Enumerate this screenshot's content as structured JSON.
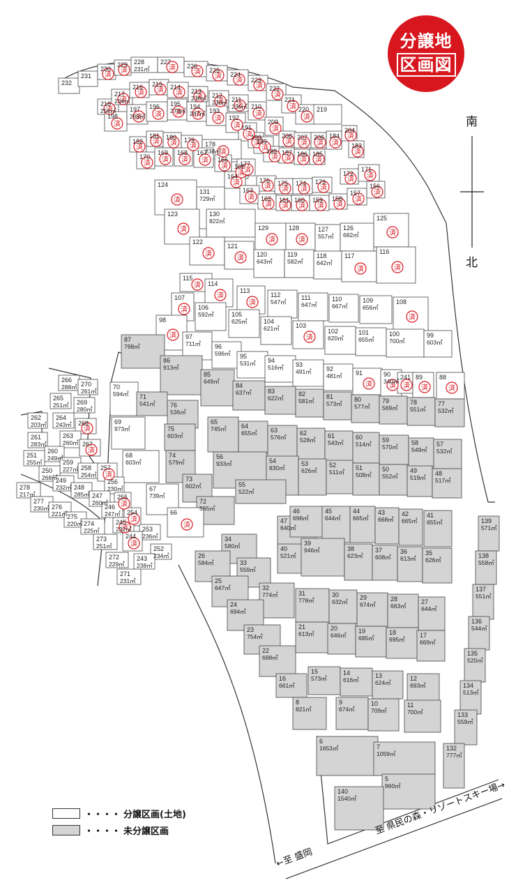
{
  "badge": {
    "line1": "分譲地",
    "line2": "区画図"
  },
  "compass": {
    "top_label": "南",
    "bottom_label": "北"
  },
  "legend": {
    "dots": "・・・・",
    "available_label": "分譲区画(土地)",
    "unavailable_label": "未分譲区画"
  },
  "directions": {
    "ski": "至 県民の森・リゾートスキー場→",
    "morioka": "←至 盛岡"
  },
  "sold_mark": "済",
  "colors": {
    "unavailable": "#d4d4d4",
    "available": "#ffffff",
    "sold_stamp": "#d7161e",
    "badge": "#d7161e"
  },
  "lots": [
    {
      "no": "232",
      "area": ""
    },
    {
      "no": "231",
      "area": ""
    },
    {
      "no": "230",
      "area": ""
    },
    {
      "no": "229",
      "area": ""
    },
    {
      "no": "228",
      "area": "231㎡"
    },
    {
      "no": "227",
      "area": ""
    },
    {
      "no": "226",
      "area": ""
    },
    {
      "no": "225",
      "area": ""
    },
    {
      "no": "224",
      "area": ""
    },
    {
      "no": "223",
      "area": ""
    },
    {
      "no": "222",
      "area": ""
    },
    {
      "no": "221",
      "area": ""
    },
    {
      "no": "220",
      "area": ""
    },
    {
      "no": "219",
      "area": ""
    },
    {
      "no": "218",
      "area": "256㎡"
    },
    {
      "no": "217",
      "area": "234㎡"
    },
    {
      "no": "216",
      "area": ""
    },
    {
      "no": "215",
      "area": ""
    },
    {
      "no": "214",
      "area": ""
    },
    {
      "no": "213",
      "area": "238㎡"
    },
    {
      "no": "212",
      "area": "230㎡"
    },
    {
      "no": "211",
      "area": "235㎡"
    },
    {
      "no": "210",
      "area": ""
    },
    {
      "no": "209",
      "area": ""
    },
    {
      "no": "198",
      "area": ""
    },
    {
      "no": "197",
      "area": "269㎡"
    },
    {
      "no": "196",
      "area": ""
    },
    {
      "no": "195",
      "area": "278㎡"
    },
    {
      "no": "194",
      "area": "287㎡"
    },
    {
      "no": "193",
      "area": ""
    },
    {
      "no": "192",
      "area": ""
    },
    {
      "no": "191",
      "area": ""
    },
    {
      "no": "190",
      "area": ""
    },
    {
      "no": "189",
      "area": ""
    },
    {
      "no": "188",
      "area": ""
    },
    {
      "no": "187",
      "area": ""
    },
    {
      "no": "186",
      "area": ""
    },
    {
      "no": "185",
      "area": ""
    },
    {
      "no": "208",
      "area": ""
    },
    {
      "no": "207",
      "area": ""
    },
    {
      "no": "206",
      "area": ""
    },
    {
      "no": "184",
      "area": ""
    },
    {
      "no": "204",
      "area": ""
    },
    {
      "no": "183",
      "area": ""
    },
    {
      "no": "182",
      "area": ""
    },
    {
      "no": "181",
      "area": ""
    },
    {
      "no": "180",
      "area": ""
    },
    {
      "no": "179",
      "area": ""
    },
    {
      "no": "178",
      "area": "238㎡"
    },
    {
      "no": "170",
      "area": ""
    },
    {
      "no": "169",
      "area": ""
    },
    {
      "no": "168",
      "area": ""
    },
    {
      "no": "167",
      "area": ""
    },
    {
      "no": "166",
      "area": ""
    },
    {
      "no": "165",
      "area": ""
    },
    {
      "no": "177",
      "area": ""
    },
    {
      "no": "164",
      "area": ""
    },
    {
      "no": "176",
      "area": ""
    },
    {
      "no": "175",
      "area": ""
    },
    {
      "no": "174",
      "area": ""
    },
    {
      "no": "173",
      "area": ""
    },
    {
      "no": "172",
      "area": ""
    },
    {
      "no": "171",
      "area": ""
    },
    {
      "no": "163",
      "area": ""
    },
    {
      "no": "162",
      "area": ""
    },
    {
      "no": "161",
      "area": ""
    },
    {
      "no": "160",
      "area": ""
    },
    {
      "no": "159",
      "area": ""
    },
    {
      "no": "158",
      "area": ""
    },
    {
      "no": "157",
      "area": ""
    },
    {
      "no": "156",
      "area": ""
    },
    {
      "no": "124",
      "area": ""
    },
    {
      "no": "131",
      "area": "729㎡"
    },
    {
      "no": "123",
      "area": ""
    },
    {
      "no": "130",
      "area": "822㎡"
    },
    {
      "no": "129",
      "area": ""
    },
    {
      "no": "128",
      "area": ""
    },
    {
      "no": "127",
      "area": "557㎡"
    },
    {
      "no": "126",
      "area": "682㎡"
    },
    {
      "no": "125",
      "area": ""
    },
    {
      "no": "122",
      "area": ""
    },
    {
      "no": "121",
      "area": ""
    },
    {
      "no": "120",
      "area": "643㎡"
    },
    {
      "no": "119",
      "area": "582㎡"
    },
    {
      "no": "118",
      "area": "642㎡"
    },
    {
      "no": "117",
      "area": ""
    },
    {
      "no": "116",
      "area": ""
    },
    {
      "no": "115",
      "area": ""
    },
    {
      "no": "114",
      "area": ""
    },
    {
      "no": "113",
      "area": ""
    },
    {
      "no": "112",
      "area": "547㎡"
    },
    {
      "no": "111",
      "area": "647㎡"
    },
    {
      "no": "110",
      "area": "667㎡"
    },
    {
      "no": "109",
      "area": "656㎡"
    },
    {
      "no": "108",
      "area": ""
    },
    {
      "no": "107",
      "area": ""
    },
    {
      "no": "106",
      "area": "592㎡"
    },
    {
      "no": "105",
      "area": "625㎡"
    },
    {
      "no": "104",
      "area": "621㎡"
    },
    {
      "no": "103",
      "area": ""
    },
    {
      "no": "102",
      "area": "620㎡"
    },
    {
      "no": "101",
      "area": "655㎡"
    },
    {
      "no": "100",
      "area": "700㎡"
    },
    {
      "no": "99",
      "area": "603㎡"
    },
    {
      "no": "98",
      "area": ""
    },
    {
      "no": "97",
      "area": "711㎡"
    },
    {
      "no": "96",
      "area": "596㎡"
    },
    {
      "no": "95",
      "area": "531㎡"
    },
    {
      "no": "94",
      "area": "516㎡"
    },
    {
      "no": "93",
      "area": "491㎡"
    },
    {
      "no": "92",
      "area": "481㎡"
    },
    {
      "no": "91",
      "area": ""
    },
    {
      "no": "90",
      "area": "340㎡"
    },
    {
      "no": "241",
      "area": ""
    },
    {
      "no": "89",
      "area": ""
    },
    {
      "no": "88",
      "area": ""
    },
    {
      "no": "87",
      "area": "798㎡"
    },
    {
      "no": "86",
      "area": "913㎡"
    },
    {
      "no": "85",
      "area": "649㎡"
    },
    {
      "no": "84",
      "area": "637㎡"
    },
    {
      "no": "83",
      "area": "622㎡"
    },
    {
      "no": "82",
      "area": "581㎡"
    },
    {
      "no": "81",
      "area": "573㎡"
    },
    {
      "no": "80",
      "area": "577㎡"
    },
    {
      "no": "79",
      "area": "569㎡"
    },
    {
      "no": "78",
      "area": "551㎡"
    },
    {
      "no": "77",
      "area": "532㎡"
    },
    {
      "no": "70",
      "area": "594㎡"
    },
    {
      "no": "71",
      "area": "541㎡"
    },
    {
      "no": "76",
      "area": "536㎡"
    },
    {
      "no": "69",
      "area": "973㎡"
    },
    {
      "no": "75",
      "area": "603㎡"
    },
    {
      "no": "68",
      "area": "603㎡"
    },
    {
      "no": "74",
      "area": "579㎡"
    },
    {
      "no": "73",
      "area": "602㎡"
    },
    {
      "no": "67",
      "area": "739㎡"
    },
    {
      "no": "72",
      "area": "565㎡"
    },
    {
      "no": "66",
      "area": ""
    },
    {
      "no": "65",
      "area": "745㎡"
    },
    {
      "no": "64",
      "area": "655㎡"
    },
    {
      "no": "63",
      "area": "576㎡"
    },
    {
      "no": "62",
      "area": "528㎡"
    },
    {
      "no": "61",
      "area": "543㎡"
    },
    {
      "no": "60",
      "area": "514㎡"
    },
    {
      "no": "59",
      "area": "570㎡"
    },
    {
      "no": "58",
      "area": "549㎡"
    },
    {
      "no": "57",
      "area": "532㎡"
    },
    {
      "no": "56",
      "area": "933㎡"
    },
    {
      "no": "54",
      "area": "830㎡"
    },
    {
      "no": "53",
      "area": "626㎡"
    },
    {
      "no": "52",
      "area": "511㎡"
    },
    {
      "no": "51",
      "area": "508㎡"
    },
    {
      "no": "50",
      "area": "552㎡"
    },
    {
      "no": "49",
      "area": "519㎡"
    },
    {
      "no": "48",
      "area": "517㎡"
    },
    {
      "no": "55",
      "area": "522㎡"
    },
    {
      "no": "47",
      "area": "640㎡"
    },
    {
      "no": "46",
      "area": "698㎡"
    },
    {
      "no": "45",
      "area": "644㎡"
    },
    {
      "no": "44",
      "area": "665㎡"
    },
    {
      "no": "43",
      "area": "668㎡"
    },
    {
      "no": "42",
      "area": "665㎡"
    },
    {
      "no": "41",
      "area": "655㎡"
    },
    {
      "no": "40",
      "area": "521㎡"
    },
    {
      "no": "39",
      "area": "946㎡"
    },
    {
      "no": "38",
      "area": "623㎡"
    },
    {
      "no": "37",
      "area": "608㎡"
    },
    {
      "no": "36",
      "area": "613㎡"
    },
    {
      "no": "35",
      "area": "626㎡"
    },
    {
      "no": "34",
      "area": "580㎡"
    },
    {
      "no": "26",
      "area": "584㎡"
    },
    {
      "no": "33",
      "area": "559㎡"
    },
    {
      "no": "25",
      "area": "647㎡"
    },
    {
      "no": "32",
      "area": "774㎡"
    },
    {
      "no": "24",
      "area": "694㎡"
    },
    {
      "no": "23",
      "area": "754㎡"
    },
    {
      "no": "22",
      "area": "698㎡"
    },
    {
      "no": "31",
      "area": "778㎡"
    },
    {
      "no": "30",
      "area": "632㎡"
    },
    {
      "no": "29",
      "area": "674㎡"
    },
    {
      "no": "28",
      "area": "663㎡"
    },
    {
      "no": "27",
      "area": "644㎡"
    },
    {
      "no": "21",
      "area": "613㎡"
    },
    {
      "no": "20",
      "area": "646㎡"
    },
    {
      "no": "19",
      "area": "685㎡"
    },
    {
      "no": "18",
      "area": "695㎡"
    },
    {
      "no": "17",
      "area": "669㎡"
    },
    {
      "no": "16",
      "area": "661㎡"
    },
    {
      "no": "15",
      "area": "573㎡"
    },
    {
      "no": "14",
      "area": "616㎡"
    },
    {
      "no": "13",
      "area": "624㎡"
    },
    {
      "no": "12",
      "area": "693㎡"
    },
    {
      "no": "8",
      "area": "821㎡"
    },
    {
      "no": "9",
      "area": "674㎡"
    },
    {
      "no": "10",
      "area": "709㎡"
    },
    {
      "no": "11",
      "area": "700㎡"
    },
    {
      "no": "6",
      "area": "1653㎡"
    },
    {
      "no": "7",
      "area": "1059㎡"
    },
    {
      "no": "5",
      "area": "960㎡"
    },
    {
      "no": "140",
      "area": "1540㎡"
    },
    {
      "no": "139",
      "area": "571㎡"
    },
    {
      "no": "138",
      "area": "558㎡"
    },
    {
      "no": "137",
      "area": "551㎡"
    },
    {
      "no": "136",
      "area": "544㎡"
    },
    {
      "no": "135",
      "area": "520㎡"
    },
    {
      "no": "134",
      "area": "513㎡"
    },
    {
      "no": "133",
      "area": "559㎡"
    },
    {
      "no": "132",
      "area": "777㎡"
    },
    {
      "no": "266",
      "area": "288㎡"
    },
    {
      "no": "270",
      "area": "261㎡"
    },
    {
      "no": "265",
      "area": "251㎡"
    },
    {
      "no": "269",
      "area": "280㎡"
    },
    {
      "no": "264",
      "area": "243㎡"
    },
    {
      "no": "268",
      "area": ""
    },
    {
      "no": "263",
      "area": "260㎡"
    },
    {
      "no": "267",
      "area": ""
    },
    {
      "no": "262",
      "area": "203㎡"
    },
    {
      "no": "261",
      "area": "283㎡"
    },
    {
      "no": "260",
      "area": "249㎡"
    },
    {
      "no": "251",
      "area": "255㎡"
    },
    {
      "no": "259",
      "area": "227㎡"
    },
    {
      "no": "258",
      "area": "254㎡"
    },
    {
      "no": "257",
      "area": ""
    },
    {
      "no": "250",
      "area": "268㎡"
    },
    {
      "no": "249",
      "area": "232㎡"
    },
    {
      "no": "248",
      "area": "285㎡"
    },
    {
      "no": "256",
      "area": "230㎡"
    },
    {
      "no": "247",
      "area": "260㎡"
    },
    {
      "no": "255",
      "area": ""
    },
    {
      "no": "246",
      "area": "247㎡"
    },
    {
      "no": "254",
      "area": ""
    },
    {
      "no": "253",
      "area": "236㎡"
    },
    {
      "no": "245",
      "area": "232㎡"
    },
    {
      "no": "244",
      "area": ""
    },
    {
      "no": "252",
      "area": "234㎡"
    },
    {
      "no": "243",
      "area": "238㎡"
    },
    {
      "no": "278",
      "area": "217㎡"
    },
    {
      "no": "277",
      "area": "230㎡"
    },
    {
      "no": "276",
      "area": "221㎡"
    },
    {
      "no": "275",
      "area": "220㎡"
    },
    {
      "no": "274",
      "area": "225㎡"
    },
    {
      "no": "273",
      "area": "251㎡"
    },
    {
      "no": "272",
      "area": "229㎡"
    },
    {
      "no": "271",
      "area": "231㎡"
    }
  ]
}
